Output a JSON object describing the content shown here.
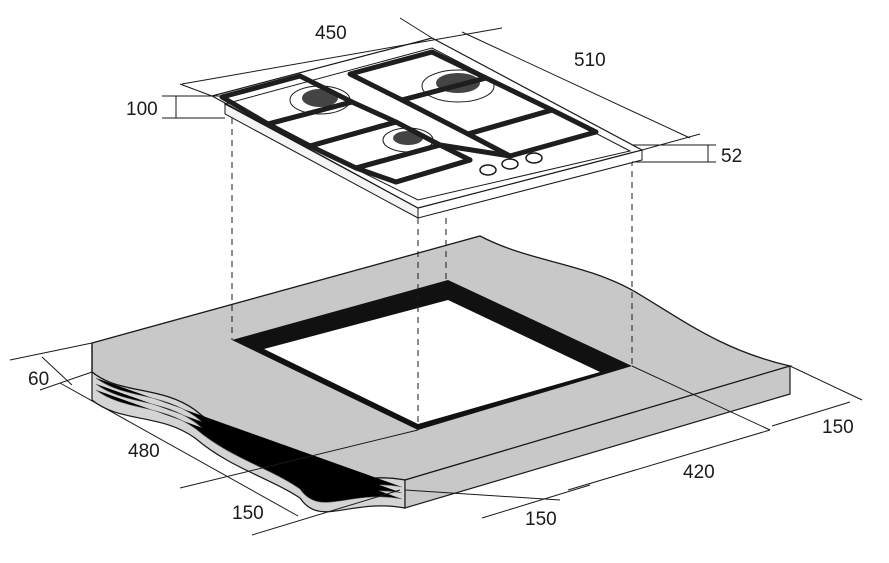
{
  "diagram": {
    "hob_dimensions": {
      "width": "450",
      "depth": "510",
      "top_height": "100",
      "body_height": "52"
    },
    "cutout_dimensions": {
      "edge_front": "60",
      "countertop_depth": "480",
      "offset_left": "150",
      "offset_front": "150",
      "cutout_width": "420",
      "offset_right": "150"
    },
    "colors": {
      "countertop_fill": "#c8c8c8",
      "cutout_rim": "#111111",
      "line": "#1a1a1a"
    }
  }
}
